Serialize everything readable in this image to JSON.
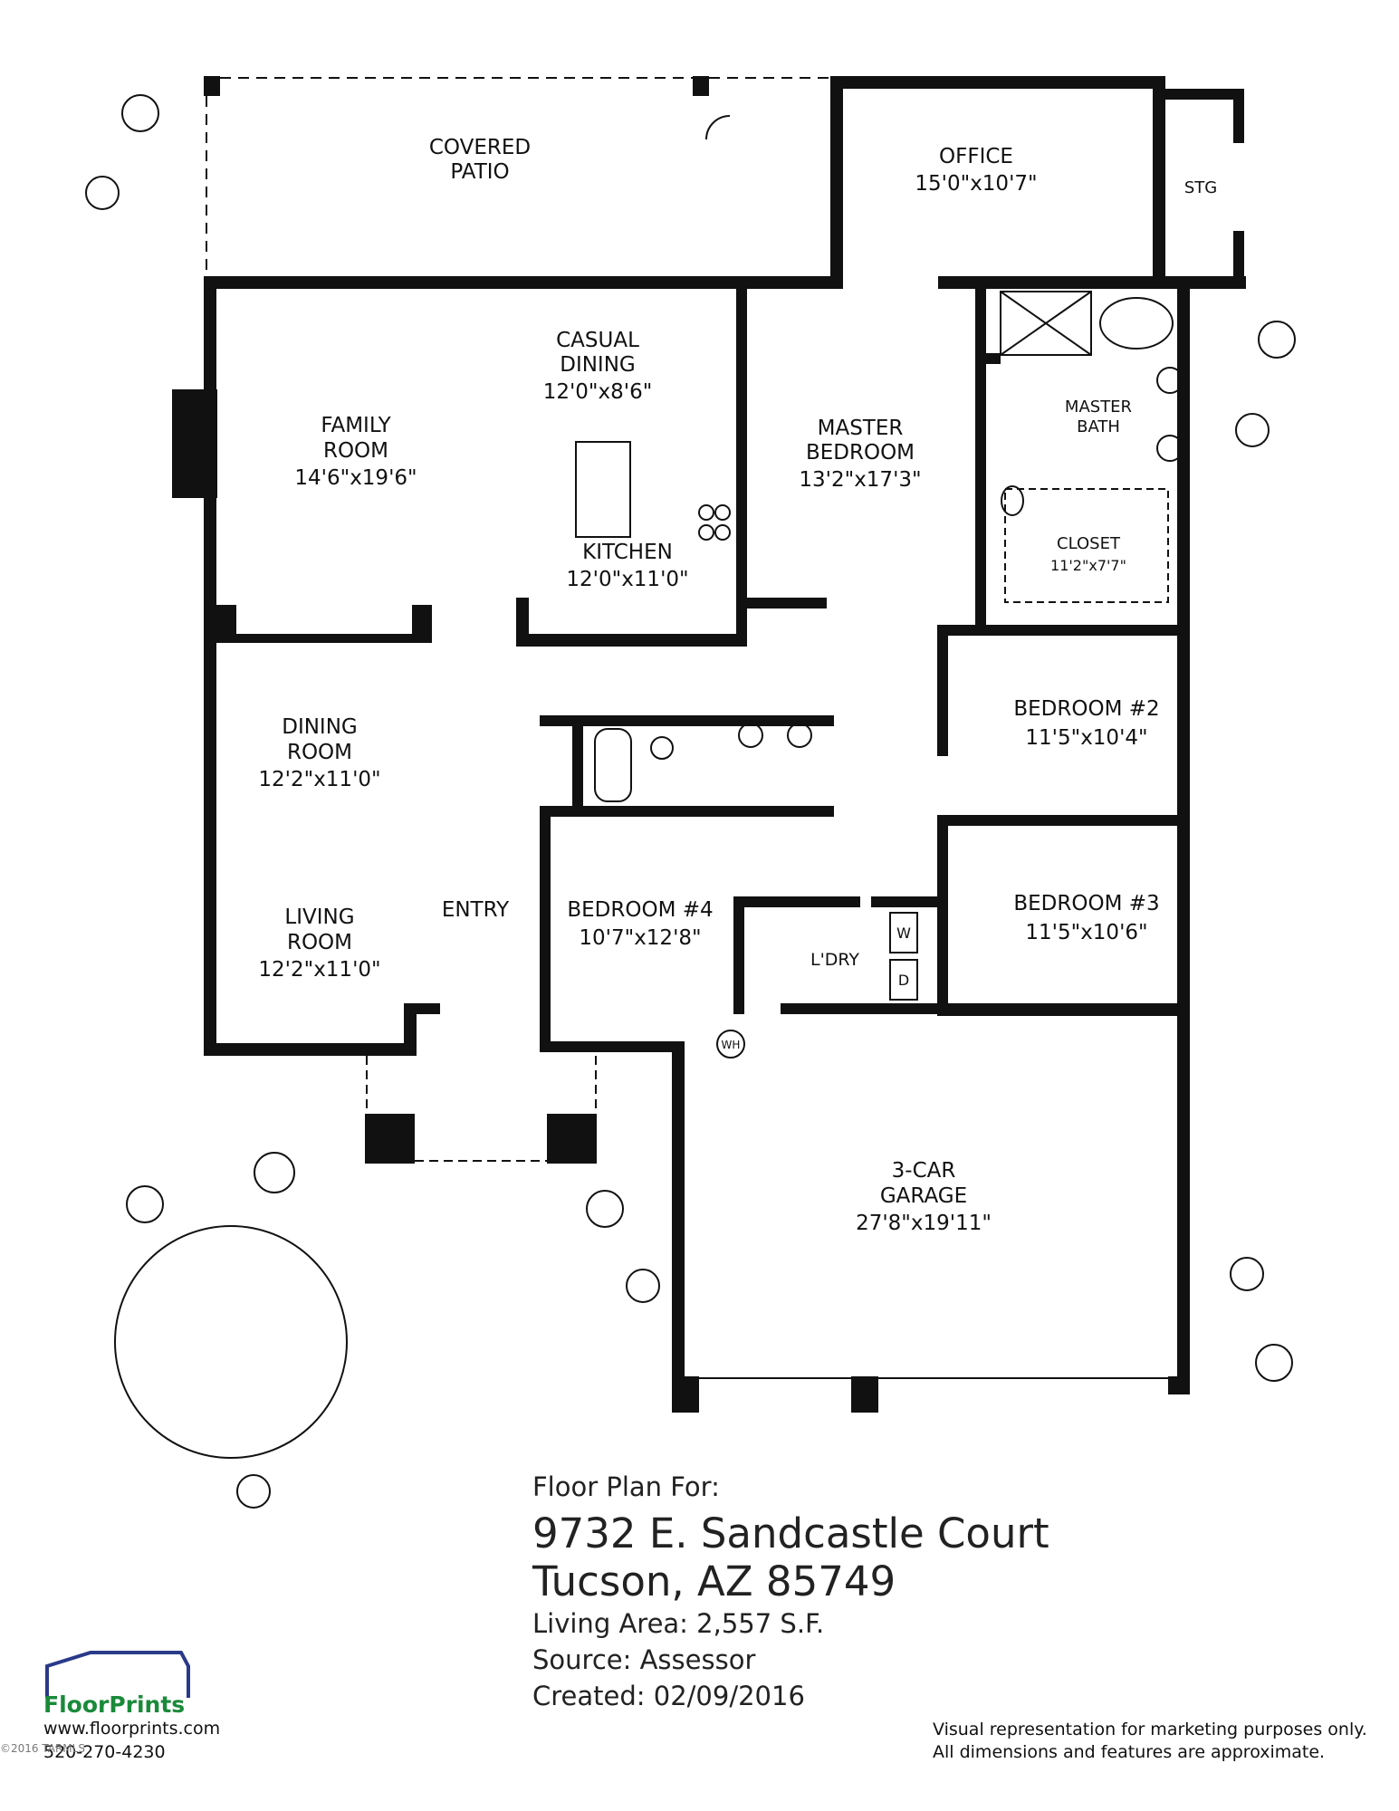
{
  "rooms": {
    "covered_patio": [
      "COVERED",
      "PATIO"
    ],
    "office": {
      "name": "OFFICE",
      "dim": "15'0\"x10'7\""
    },
    "stg": "STG",
    "casual_dining": {
      "name": [
        "CASUAL",
        "DINING"
      ],
      "dim": "12'0\"x8'6\""
    },
    "family_room": {
      "name": [
        "FAMILY",
        "ROOM"
      ],
      "dim": "14'6\"x19'6\""
    },
    "master_bedroom": {
      "name": [
        "MASTER",
        "BEDROOM"
      ],
      "dim": "13'2\"x17'3\""
    },
    "master_bath": [
      "MASTER",
      "BATH"
    ],
    "closet": {
      "name": "CLOSET",
      "dim": "11'2\"x7'7\""
    },
    "kitchen": {
      "name": "KITCHEN",
      "dim": "12'0\"x11'0\""
    },
    "dining_room": {
      "name": [
        "DINING",
        "ROOM"
      ],
      "dim": "12'2\"x11'0\""
    },
    "bedroom2": {
      "name": "BEDROOM #2",
      "dim": "11'5\"x10'4\""
    },
    "bedroom3": {
      "name": "BEDROOM #3",
      "dim": "11'5\"x10'6\""
    },
    "bedroom4": {
      "name": "BEDROOM #4",
      "dim": "10'7\"x12'8\""
    },
    "entry": "ENTRY",
    "living_room": {
      "name": [
        "LIVING",
        "ROOM"
      ],
      "dim": "12'2\"x11'0\""
    },
    "laundry": "L'DRY",
    "washer": "W",
    "dryer": "D",
    "water_heater": "WH",
    "garage": {
      "name": [
        "3-CAR",
        "GARAGE"
      ],
      "dim": "27'8\"x19'11\""
    }
  },
  "info": {
    "line1": "Floor Plan For:",
    "address1": "9732 E. Sandcastle Court",
    "address2": "Tucson, AZ 85749",
    "living_area": "Living Area: 2,557 S.F.",
    "source": "Source: Assessor",
    "created": "Created: 02/09/2016"
  },
  "branding": {
    "logo_text": "FloorPrints",
    "website": "www.floorprints.com",
    "phone": "520-270-4230",
    "watermark": "©2016 TARMLS",
    "brand_color": "#1a8a3a",
    "logo_color": "#2a3a8a"
  },
  "disclaimer": {
    "line1": "Visual representation for marketing purposes only.",
    "line2": "All dimensions and features are approximate."
  }
}
